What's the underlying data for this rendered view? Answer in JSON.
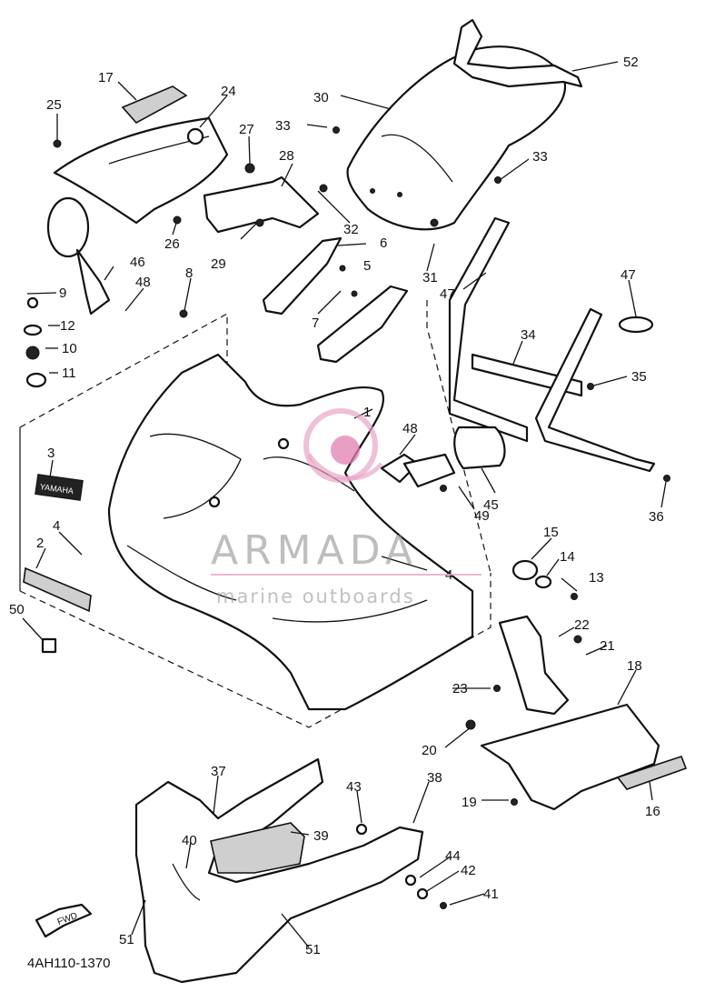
{
  "diagram": {
    "code": "4AH110-1370",
    "fwd_label": "FWD",
    "brand_label": "YAMAHA",
    "watermark": {
      "title": "ARMADA",
      "subtitle": "marine outboards"
    },
    "part_labels": [
      {
        "id": "p1",
        "text": "1"
      },
      {
        "id": "p2",
        "text": "2"
      },
      {
        "id": "p3",
        "text": "3"
      },
      {
        "id": "p4a",
        "text": "4"
      },
      {
        "id": "p4b",
        "text": "4"
      },
      {
        "id": "p5",
        "text": "5"
      },
      {
        "id": "p6",
        "text": "6"
      },
      {
        "id": "p7",
        "text": "7"
      },
      {
        "id": "p8",
        "text": "8"
      },
      {
        "id": "p9",
        "text": "9"
      },
      {
        "id": "p10",
        "text": "10"
      },
      {
        "id": "p11",
        "text": "11"
      },
      {
        "id": "p12",
        "text": "12"
      },
      {
        "id": "p13",
        "text": "13"
      },
      {
        "id": "p14",
        "text": "14"
      },
      {
        "id": "p15",
        "text": "15"
      },
      {
        "id": "p16",
        "text": "16"
      },
      {
        "id": "p17",
        "text": "17"
      },
      {
        "id": "p18",
        "text": "18"
      },
      {
        "id": "p19",
        "text": "19"
      },
      {
        "id": "p20",
        "text": "20"
      },
      {
        "id": "p21",
        "text": "21"
      },
      {
        "id": "p22",
        "text": "22"
      },
      {
        "id": "p23",
        "text": "23"
      },
      {
        "id": "p24",
        "text": "24"
      },
      {
        "id": "p25",
        "text": "25"
      },
      {
        "id": "p26",
        "text": "26"
      },
      {
        "id": "p27",
        "text": "27"
      },
      {
        "id": "p28",
        "text": "28"
      },
      {
        "id": "p29",
        "text": "29"
      },
      {
        "id": "p30",
        "text": "30"
      },
      {
        "id": "p31",
        "text": "31"
      },
      {
        "id": "p32",
        "text": "32"
      },
      {
        "id": "p33a",
        "text": "33"
      },
      {
        "id": "p33b",
        "text": "33"
      },
      {
        "id": "p34",
        "text": "34"
      },
      {
        "id": "p35",
        "text": "35"
      },
      {
        "id": "p36",
        "text": "36"
      },
      {
        "id": "p37",
        "text": "37"
      },
      {
        "id": "p38",
        "text": "38"
      },
      {
        "id": "p39",
        "text": "39"
      },
      {
        "id": "p40",
        "text": "40"
      },
      {
        "id": "p41",
        "text": "41"
      },
      {
        "id": "p42",
        "text": "42"
      },
      {
        "id": "p43",
        "text": "43"
      },
      {
        "id": "p44",
        "text": "44"
      },
      {
        "id": "p45",
        "text": "45"
      },
      {
        "id": "p46",
        "text": "46"
      },
      {
        "id": "p47a",
        "text": "47"
      },
      {
        "id": "p47b",
        "text": "47"
      },
      {
        "id": "p48a",
        "text": "48"
      },
      {
        "id": "p48b",
        "text": "48"
      },
      {
        "id": "p49",
        "text": "49"
      },
      {
        "id": "p50",
        "text": "50"
      },
      {
        "id": "p51a",
        "text": "51"
      },
      {
        "id": "p51b",
        "text": "51"
      },
      {
        "id": "p52",
        "text": "52"
      }
    ]
  }
}
